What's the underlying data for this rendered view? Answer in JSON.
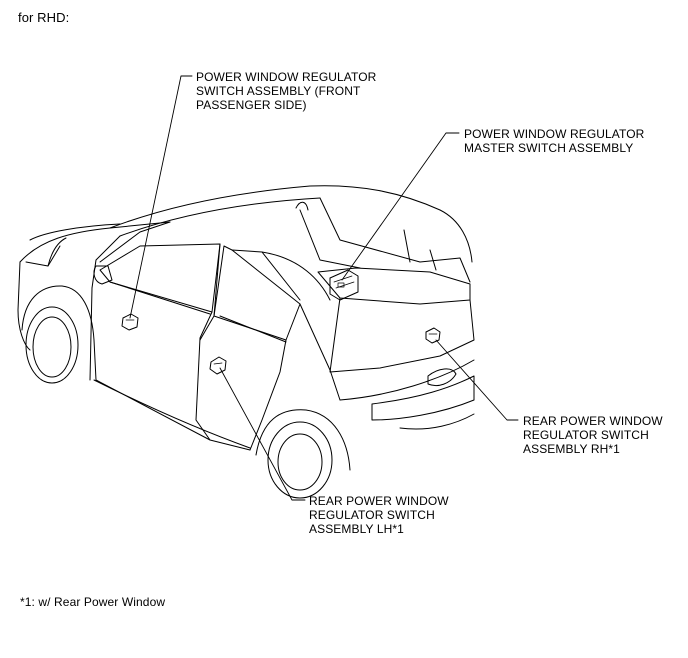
{
  "heading": "for RHD:",
  "labels": {
    "front_passenger": "POWER WINDOW REGULATOR\nSWITCH ASSEMBLY (FRONT\nPASSENGER SIDE)",
    "master": "POWER WINDOW REGULATOR\nMASTER SWITCH ASSEMBLY",
    "rear_rh": "REAR POWER WINDOW\nREGULATOR SWITCH\nASSEMBLY RH*1",
    "rear_lh": "REAR POWER WINDOW\nREGULATOR SWITCH\nASSEMBLY LH*1"
  },
  "footnote": "*1: w/ Rear Power Window"
}
